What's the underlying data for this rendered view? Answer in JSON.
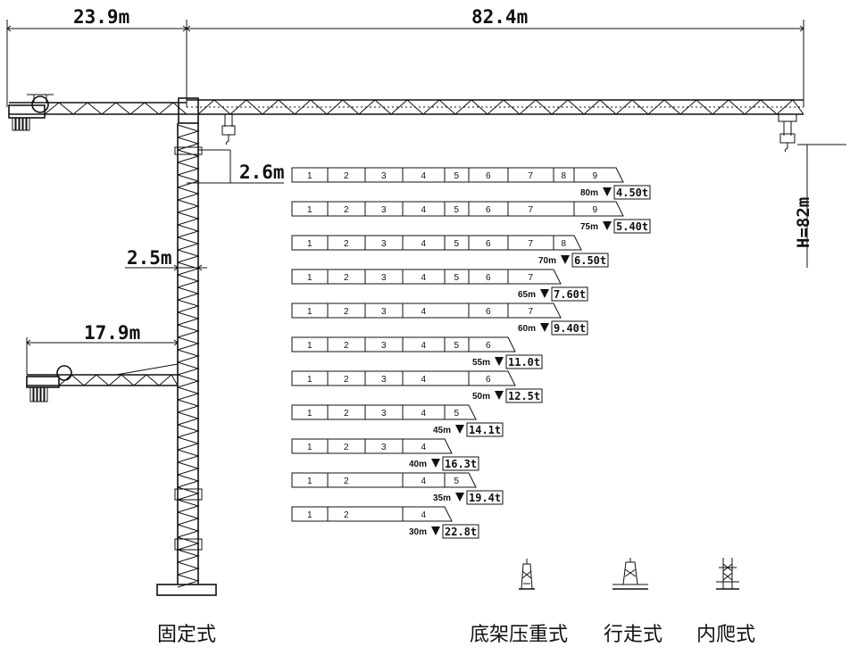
{
  "dimensions": {
    "counter_jib": "23.9m",
    "main_jib": "82.4m",
    "height": "H=82m",
    "upper_offset": "2.6m",
    "mast_width": "2.5m",
    "lower_counter_jib": "17.9m"
  },
  "jib_configs": [
    {
      "segments": [
        "1",
        "2",
        "3",
        "4",
        "5",
        "6",
        "7",
        "8",
        "9"
      ],
      "radius": "80m",
      "load": "4.50t"
    },
    {
      "segments": [
        "1",
        "2",
        "3",
        "4",
        "5",
        "6",
        "7",
        "9"
      ],
      "radius": "75m",
      "load": "5.40t"
    },
    {
      "segments": [
        "1",
        "2",
        "3",
        "4",
        "5",
        "6",
        "7",
        "8"
      ],
      "radius": "70m",
      "load": "6.50t"
    },
    {
      "segments": [
        "1",
        "2",
        "3",
        "4",
        "5",
        "6",
        "7"
      ],
      "radius": "65m",
      "load": "7.60t"
    },
    {
      "segments": [
        "1",
        "2",
        "3",
        "4",
        "6",
        "7"
      ],
      "radius": "60m",
      "load": "9.40t"
    },
    {
      "segments": [
        "1",
        "2",
        "3",
        "4",
        "5",
        "6"
      ],
      "radius": "55m",
      "load": "11.0t"
    },
    {
      "segments": [
        "1",
        "2",
        "3",
        "4",
        "6"
      ],
      "radius": "50m",
      "load": "12.5t"
    },
    {
      "segments": [
        "1",
        "2",
        "3",
        "4",
        "5"
      ],
      "radius": "45m",
      "load": "14.1t"
    },
    {
      "segments": [
        "1",
        "2",
        "3",
        "4"
      ],
      "radius": "40m",
      "load": "16.3t"
    },
    {
      "segments": [
        "1",
        "2",
        "4",
        "5"
      ],
      "radius": "35m",
      "load": "19.4t"
    },
    {
      "segments": [
        "1",
        "2",
        "4"
      ],
      "radius": "30m",
      "load": "22.8t"
    }
  ],
  "captions": {
    "fixed": "固定式",
    "chassis": "底架压重式",
    "travelling": "行走式",
    "climbing": "内爬式"
  }
}
